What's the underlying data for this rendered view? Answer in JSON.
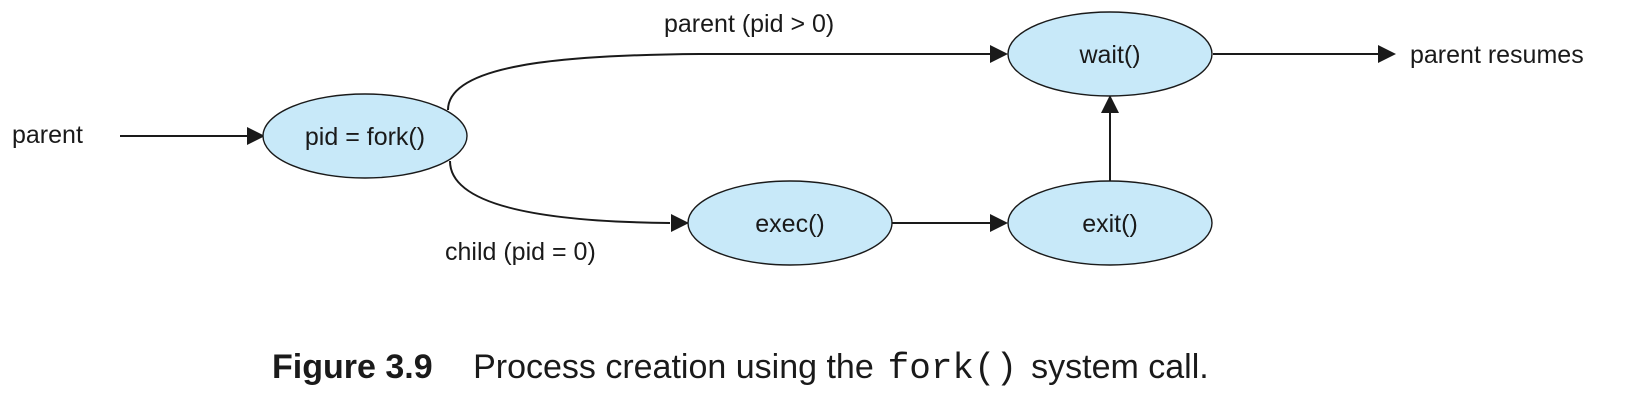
{
  "labels": {
    "parent_input": "parent",
    "parent_branch": "parent (pid > 0)",
    "child_branch": "child (pid = 0)",
    "parent_resumes": "parent resumes"
  },
  "nodes": {
    "fork": "pid = fork()",
    "wait": "wait()",
    "exec": "exec()",
    "exit": "exit()"
  },
  "caption": {
    "number": "Figure 3.9",
    "text_before": "Process creation using the ",
    "code": "fork()",
    "text_after": " system call."
  },
  "colors": {
    "node_fill": "#c8e9f9",
    "stroke": "#1a1a1a"
  }
}
